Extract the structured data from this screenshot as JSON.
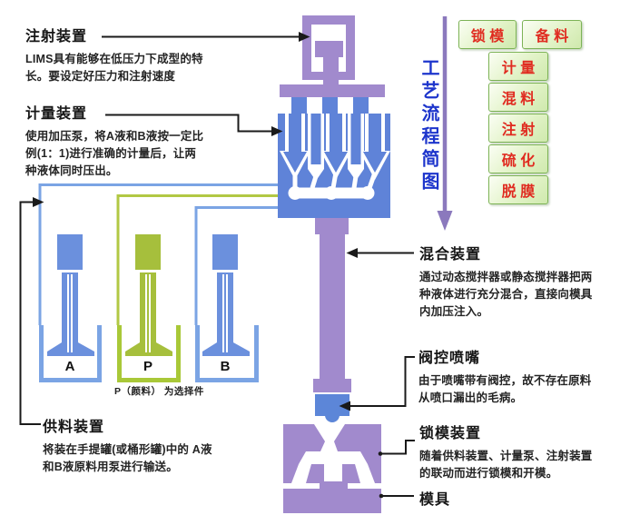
{
  "annotations": {
    "injection": {
      "title": "注射装置",
      "desc": "LIMS具有能够在低压力下成型的特\n长。要设定好压力和注射速度"
    },
    "metering": {
      "title": "计量装置",
      "desc": "使用加压泵，将A液和B液按一定比\n例(1：1)进行准确的计量后，让两\n种液体同时压出。"
    },
    "supply": {
      "title": "供料装置",
      "desc": "将装在手提罐(或桶形罐)中的 A液\n和B液原料用泵进行输送。"
    },
    "mixing": {
      "title": "混合装置",
      "desc": "通过动态搅拌器或静态搅拌器把两\n种液体进行充分混合，直接向模具\n内加压注入。"
    },
    "valve_nozzle": {
      "title": "阀控喷嘴",
      "desc": "由于喷嘴带有阀控，故不存在原料\n从喷口漏出的毛病。"
    },
    "clamping": {
      "title": "锁模装置",
      "desc": "随着供料装置、计量泵、注射装置\n的联动而进行锁模和开模。"
    },
    "mold": {
      "title": "模具"
    }
  },
  "flow_chart": {
    "title_vertical": "工艺流程简图",
    "steps": [
      "锁 模",
      "备 料",
      "计 量",
      "混 料",
      "注 射",
      "硫 化",
      "脱 膜"
    ]
  },
  "tanks": {
    "a_label": "A",
    "p_label": "P",
    "b_label": "B",
    "p_note": "P（颜料） 为选择件"
  },
  "colors": {
    "machine_purple": "#a18acd",
    "machine_blue": "#5f83d8",
    "pump_blue": "#6b90dd",
    "pipe_blue": "#7ba4e4",
    "pump_green": "#a6bf3c",
    "pipe_green": "#b2c844",
    "flow_title_blue": "#1d35cc",
    "flow_arrow_purple": "#8b79bd",
    "step_box_border": "#7db356",
    "step_box_text": "#e02b20"
  }
}
